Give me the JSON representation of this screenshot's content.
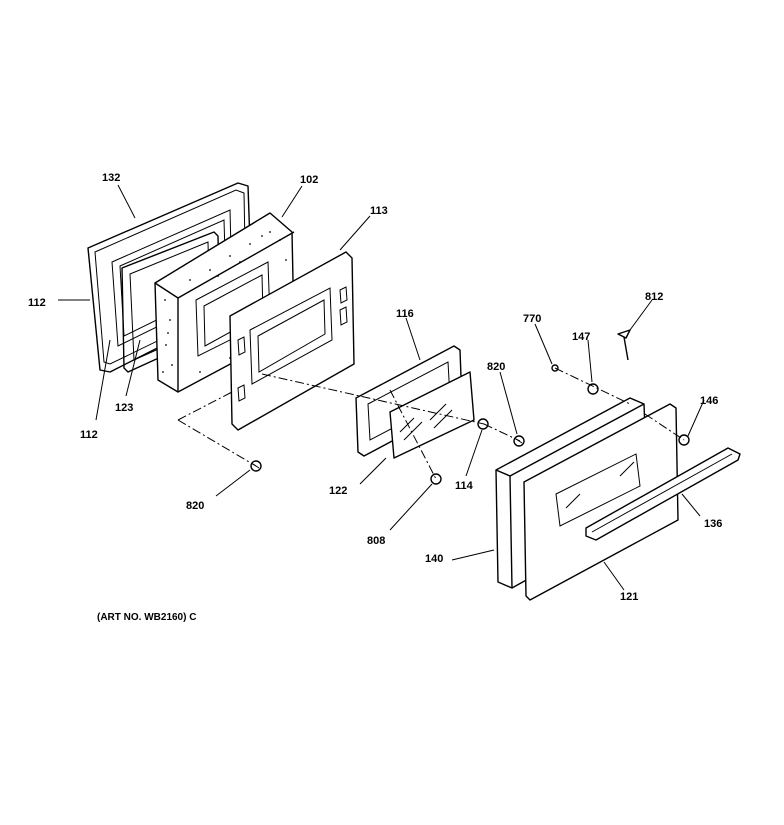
{
  "labels": {
    "p132": "132",
    "p102": "102",
    "p113": "113",
    "p112a": "112",
    "p112b": "112",
    "p123": "123",
    "p116": "116",
    "p770": "770",
    "p812": "812",
    "p147": "147",
    "p820a": "820",
    "p820b": "820",
    "p146": "146",
    "p114": "114",
    "p122": "122",
    "p808": "808",
    "p140": "140",
    "p136": "136",
    "p121": "121"
  },
  "art_number": "(ART NO. WB2160) C"
}
